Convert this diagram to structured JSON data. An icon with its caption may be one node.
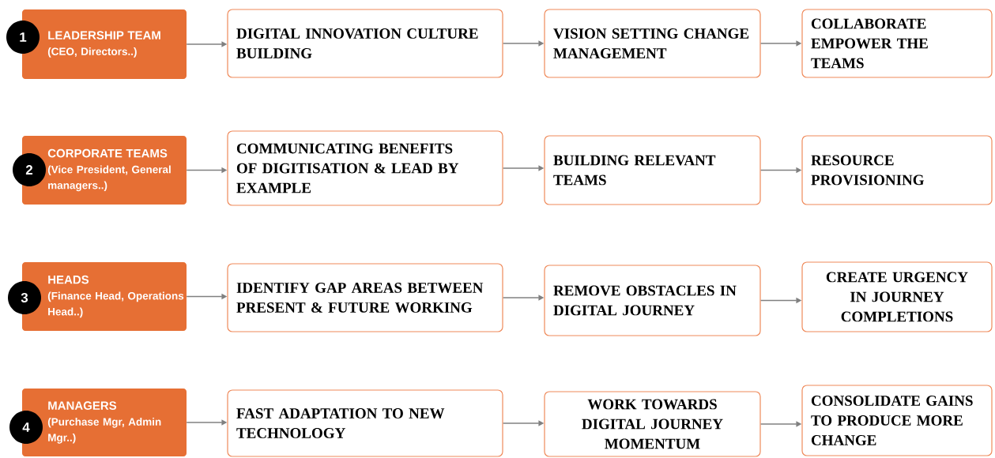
{
  "diagram": {
    "nodes": [
      {
        "text": [
          "1"
        ]
      },
      {
        "text": [
          "LEADERSHIP TEAM",
          "(CEO, Directors..)"
        ]
      },
      {
        "text": [
          "DIGITAL INNOVATION CULTURE BUILDING"
        ]
      },
      {
        "text": [
          "VISION SETTING CHANGE MANAGEMENT"
        ]
      },
      {
        "text": [
          "COLLABORATE EMPOWER THE TEAMS"
        ]
      },
      {
        "text": [
          "2"
        ]
      },
      {
        "text": [
          "CORPORATE TEAMS",
          "(Vice President, General managers..)"
        ]
      },
      {
        "text": [
          "COMMUNICATING BENEFITS OF DIGITISATION & LEAD BY EXAMPLE"
        ]
      },
      {
        "text": [
          "BUILDING RELEVANT TEAMS"
        ]
      },
      {
        "text": [
          "RESOURCE PROVISIONING"
        ]
      },
      {
        "text": [
          "3"
        ]
      },
      {
        "text": [
          "HEADS",
          "(Finance Head, Operations Head..)"
        ]
      },
      {
        "text": [
          "IDENTIFY GAP AREAS BETWEEN PRESENT & FUTURE WORKING"
        ]
      },
      {
        "text": [
          "REMOVE OBSTACLES IN DIGITAL JOURNEY"
        ]
      },
      {
        "text": [
          "CREATE URGENCY IN JOURNEY COMPLETIONS"
        ]
      },
      {
        "text": [
          "4"
        ]
      },
      {
        "text": [
          "MANAGERS",
          "(Purchase Mgr, Admin Mgr..)"
        ]
      },
      {
        "text": [
          "FAST ADAPTATION TO NEW TECHNOLOGY"
        ]
      },
      {
        "text": [
          "WORK TOWARDS DIGITAL JOURNEY MOMENTUM"
        ]
      },
      {
        "text": [
          "CONSOLIDATE GAINS TO PRODUCE MORE CHANGE"
        ]
      }
    ],
    "edges": [
      {
        "from": 1,
        "to": 2,
        "arrow": "to"
      },
      {
        "from": 2,
        "to": 3,
        "arrow": "to"
      },
      {
        "from": 3,
        "to": 4,
        "arrow": "to"
      },
      {
        "from": 6,
        "to": 7,
        "arrow": "to"
      },
      {
        "from": 7,
        "to": 8,
        "arrow": "to"
      },
      {
        "from": 8,
        "to": 9,
        "arrow": "to"
      },
      {
        "from": 11,
        "to": 12,
        "arrow": "to"
      },
      {
        "from": 12,
        "to": 13,
        "arrow": "to"
      },
      {
        "from": 13,
        "to": 14,
        "arrow": "to"
      },
      {
        "from": 16,
        "to": 17,
        "arrow": "to"
      },
      {
        "from": 17,
        "to": 18,
        "arrow": "to"
      },
      {
        "from": 18,
        "to": 19,
        "arrow": "to"
      }
    ]
  }
}
